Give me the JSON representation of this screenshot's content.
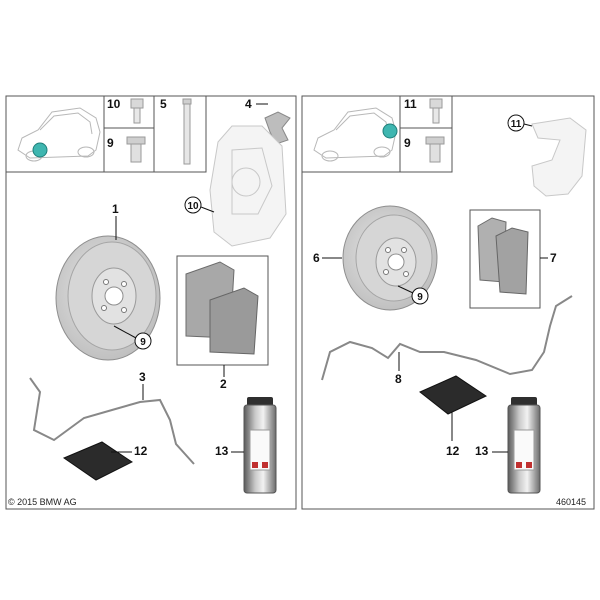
{
  "left_panel": {
    "header_numbers": [
      "10",
      "5",
      "4",
      "9"
    ],
    "callouts": [
      "1",
      "10",
      "9",
      "2",
      "3",
      "12",
      "13"
    ],
    "copyright": "© 2015 BMW AG"
  },
  "right_panel": {
    "header_numbers": [
      "11",
      "9"
    ],
    "callouts": [
      "11",
      "6",
      "9",
      "7",
      "8",
      "12",
      "13"
    ],
    "diagram_id": "460145"
  },
  "colors": {
    "highlight_dot": "#3fb6b0",
    "disc": "#d0d0d0",
    "pad": "#9e9e9e",
    "frame": "#555555"
  },
  "icons": [
    "car-icon",
    "bolt-icon",
    "guide-pin-icon",
    "clip-icon",
    "caliper-icon",
    "brake-disc-icon",
    "brake-pad-icon",
    "wear-sensor-icon",
    "grease-pouch-icon",
    "spray-can-icon",
    "caliper-carrier-icon"
  ]
}
